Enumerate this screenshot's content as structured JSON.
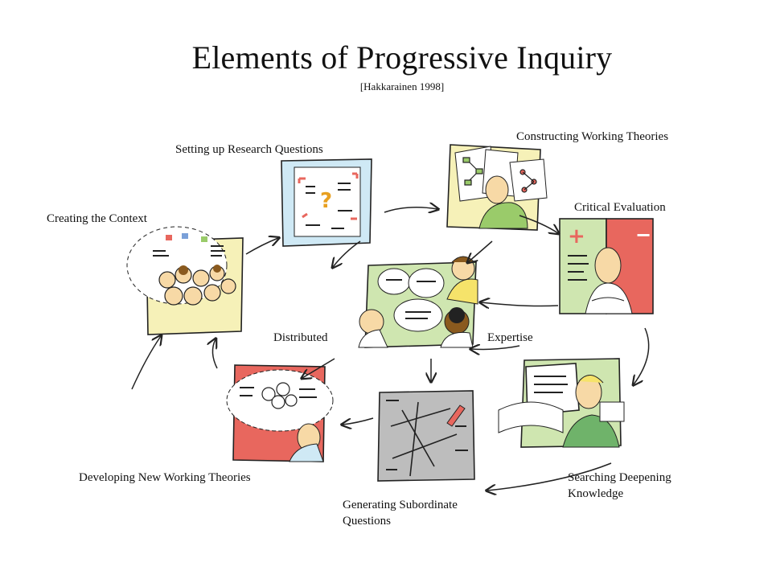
{
  "title": "Elements of Progressive Inquiry",
  "citation": "[Hakkarainen 1998]",
  "stages": {
    "creating_context": "Creating the Context",
    "research_questions": "Setting up Research Questions",
    "working_theories": "Constructing Working Theories",
    "critical_evaluation": "Critical Evaluation",
    "searching_knowledge": "Searching Deepening Knowledge",
    "subordinate_questions": "Generating Subordinate Questions",
    "new_theories": "Developing New Working Theories"
  },
  "center": {
    "left_word": "Distributed",
    "right_word": "Expertise"
  },
  "glyphs": {
    "question_mark": "?",
    "plus": "+",
    "minus": "−"
  },
  "colors": {
    "yellow_panel": "#f6f1b8",
    "blue_panel": "#cfe9f5",
    "green_panel": "#cfe6b0",
    "red_panel": "#e8675e",
    "gray_panel": "#bdbdbd",
    "skin": "#f7d9a6",
    "ink": "#222222"
  }
}
